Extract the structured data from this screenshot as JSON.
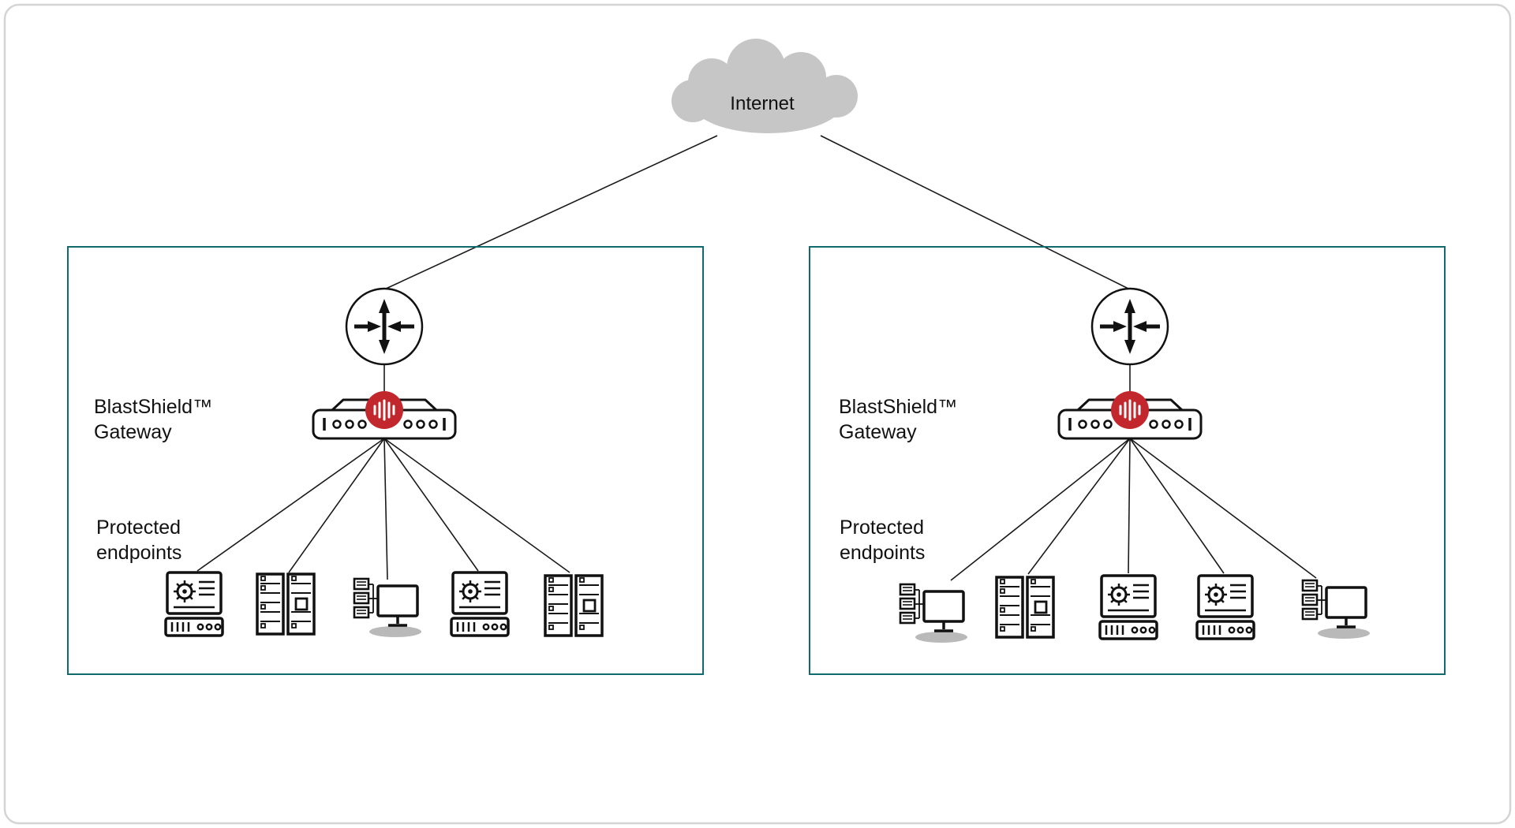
{
  "internet": {
    "label": "Internet"
  },
  "sites": {
    "left": {
      "gateway_label_lines": [
        "BlastShield™",
        "Gateway"
      ],
      "endpoints_label_lines": [
        "Protected",
        "endpoints"
      ]
    },
    "right": {
      "gateway_label_lines": [
        "BlastShield™",
        "Gateway"
      ],
      "endpoints_label_lines": [
        "Protected",
        "endpoints"
      ]
    }
  },
  "colors": {
    "site_border": "#0f6b6d",
    "gateway_logo": "#c1272d",
    "cloud_fill": "#c6c6c6",
    "icon_stroke": "#111111"
  }
}
